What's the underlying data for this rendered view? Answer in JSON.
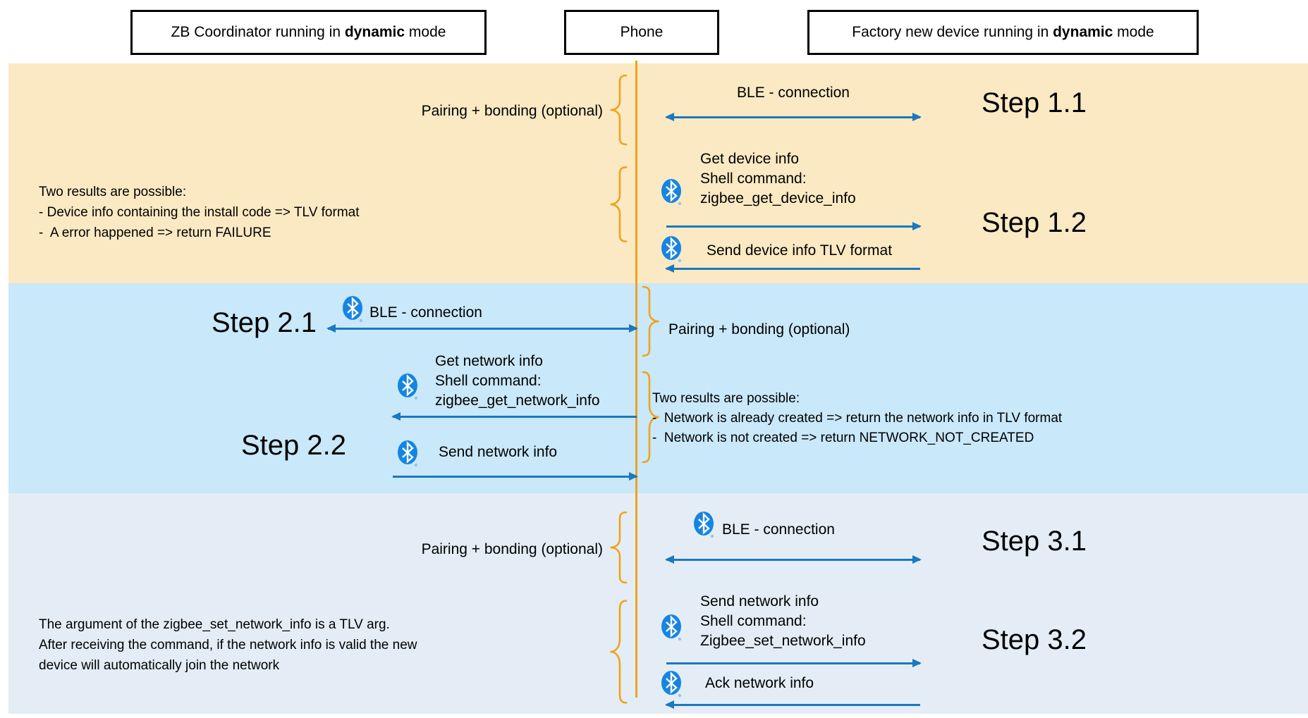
{
  "colors": {
    "band1": "#FBE9C3",
    "band2": "#C9E8F9",
    "band3": "#E4EDF5",
    "lifeline": "#EFA31D",
    "brace": "#EFA31D",
    "arrow": "#1B78C0",
    "bt-blue": "#1585E2",
    "bt-dot": "#8FC7F2"
  },
  "actors": {
    "coordinator": {
      "pre": "ZB Coordinator running in ",
      "bold": "dynamic",
      "post": " mode"
    },
    "phone": "Phone",
    "factory": {
      "pre": "Factory new device running in ",
      "bold": "dynamic",
      "post": " mode"
    }
  },
  "step1": {
    "s11_label": "Step 1.1",
    "s11_pairing": "Pairing + bonding (optional)",
    "s11_ble": "BLE - connection",
    "s12_label": "Step 1.2",
    "s12_req_line1": "Get device info",
    "s12_req_line2": "Shell command:",
    "s12_req_line3": "zigbee_get_device_info",
    "s12_resp": "Send device info TLV format",
    "note_line1": "Two results are possible:",
    "note_line2": "- Device info containing the install code => TLV format",
    "note_line3": "-  A error happened => return FAILURE"
  },
  "step2": {
    "s21_label": "Step 2.1",
    "s21_ble": "BLE - connection",
    "s21_pairing": "Pairing + bonding (optional)",
    "s22_label": "Step 2.2",
    "s22_req_line1": "Get network info",
    "s22_req_line2": "Shell command:",
    "s22_req_line3": "zigbee_get_network_info",
    "s22_resp": "Send network info",
    "note_line1": "Two results are possible:",
    "note_line2": "-  Network is already created => return the network info in TLV format",
    "note_line3": "-  Network is not created => return NETWORK_NOT_CREATED"
  },
  "step3": {
    "s31_label": "Step 3.1",
    "s31_pairing": "Pairing + bonding (optional)",
    "s31_ble": "BLE - connection",
    "s32_label": "Step 3.2",
    "s32_req_line1": "Send network info",
    "s32_req_line2": "Shell command:",
    "s32_req_line3": "Zigbee_set_network_info",
    "s32_resp": "Ack network info",
    "note_line1": "The argument of the zigbee_set_network_info is a TLV arg.",
    "note_line2": "After receiving the command, if the network info is valid the new",
    "note_line3": "device will automatically join the network"
  }
}
